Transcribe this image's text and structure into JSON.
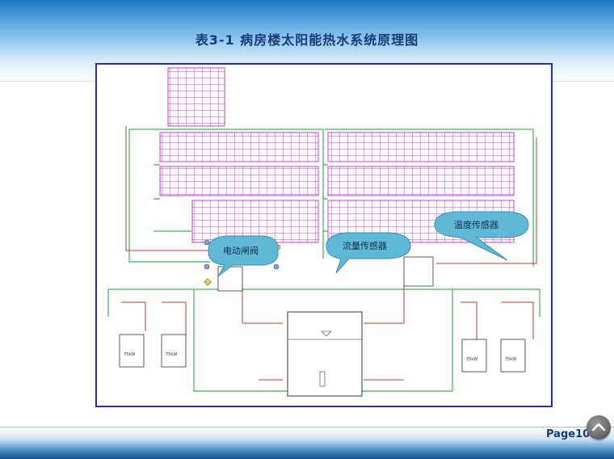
{
  "title": "表3-1    病房楼太阳能热水系统原理图",
  "page": {
    "label": "Page10"
  },
  "callouts": {
    "valve": "电动闸阀",
    "flow": "流量传感器",
    "temp": "温度传感器"
  },
  "units": {
    "heat_pump_capacity": "75kW"
  },
  "colors": {
    "frame": "#2a2ea8",
    "panel": "#c13fd4",
    "hot_pipe": "#c0392b",
    "cold_pipe": "#3db35a",
    "callout": "#5fb9d6"
  },
  "icons": {
    "up": "chevron-up-icon"
  }
}
